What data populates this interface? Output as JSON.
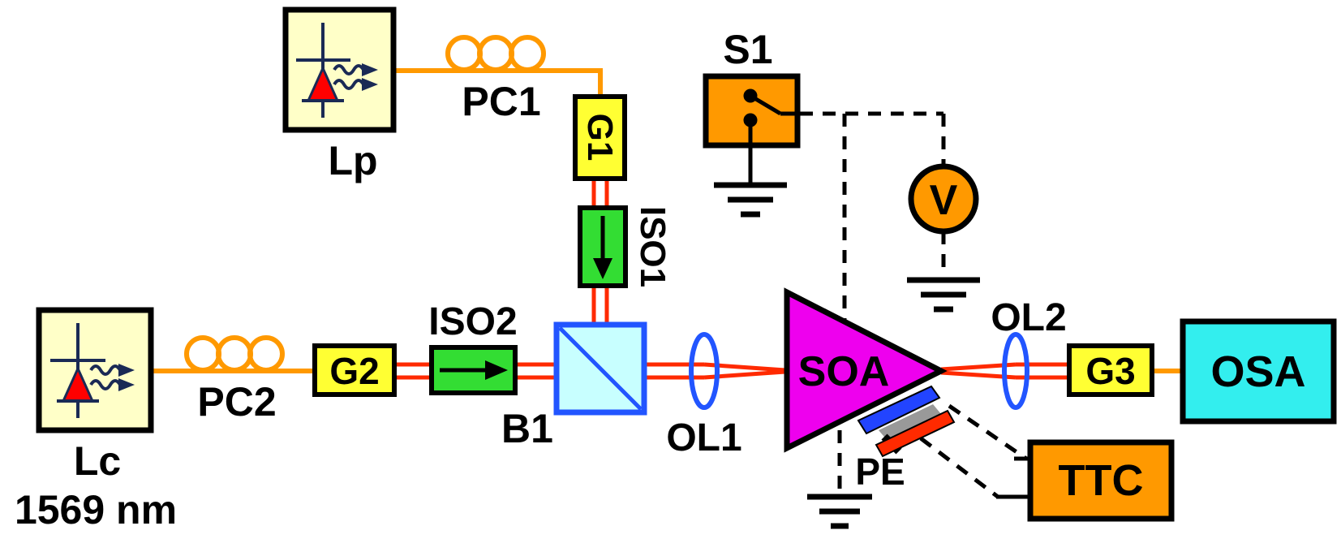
{
  "labels": {
    "laser_probe": "Lp",
    "laser_control": "Lc",
    "laser_control_wavelength": "1569 nm",
    "pc1": "PC1",
    "pc2": "PC2",
    "g1": "G1",
    "g2": "G2",
    "g3": "G3",
    "iso1": "ISO1",
    "iso2": "ISO2",
    "b1": "B1",
    "ol1": "OL1",
    "ol2": "OL2",
    "soa": "SOA",
    "osa": "OSA",
    "s1": "S1",
    "voltmeter": "V",
    "pe": "PE",
    "ttc": "TTC"
  },
  "colors": {
    "laser_box": "#ffffc8",
    "laser_triangle": "#ff0000",
    "fiber": "#ff9900",
    "beam": "#ff2a00",
    "connector": "#ffff33",
    "isolator": "#33dd33",
    "splitter": "#c8ffff",
    "splitter_border": "#2255ff",
    "lens": "#2255ff",
    "soa": "#ee00ee",
    "osa": "#33eeee",
    "switch": "#ff9900",
    "voltmeter": "#ff9900",
    "ttc": "#ff9900",
    "pe_top": "#2244ff",
    "pe_bottom": "#ff2a00"
  },
  "icons": [
    "laser-diode-icon",
    "polarization-controller-icon",
    "isolator-arrow-icon",
    "beam-splitter-icon",
    "lens-icon",
    "ground-icon",
    "switch-icon"
  ]
}
